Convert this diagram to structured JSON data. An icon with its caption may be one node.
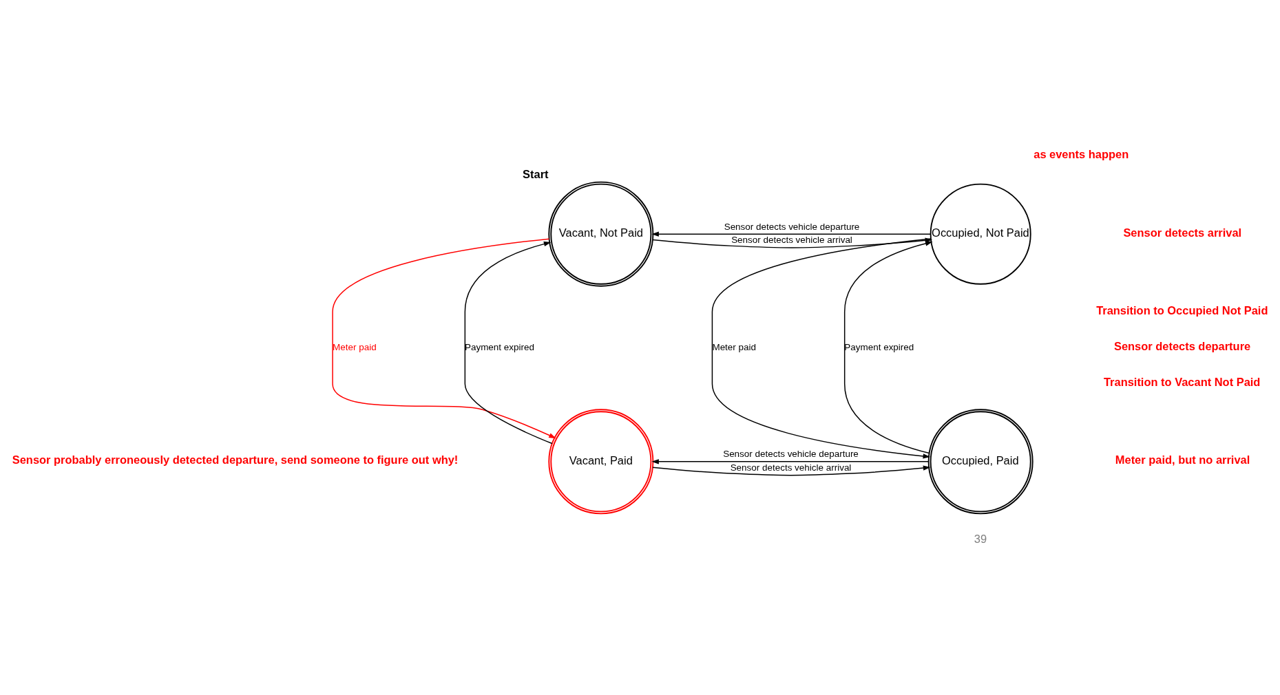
{
  "diagram": {
    "nodes": [
      {
        "text": [
          "Vacant, Not Paid"
        ],
        "beside": [
          "Start"
        ]
      },
      {
        "text": [
          "Occupied, Not Paid"
        ]
      },
      {
        "text": [
          "Vacant, Paid"
        ]
      },
      {
        "text": [
          "Occupied, Paid"
        ]
      }
    ],
    "edges": [
      {
        "from": 0,
        "to": 1,
        "arrow": "to",
        "label": "Sensor detects vehicle arrival"
      },
      {
        "from": 1,
        "to": 0,
        "arrow": "to",
        "label": "Sensor detects vehicle departure"
      },
      {
        "from": 0,
        "to": 2,
        "arrow": "to",
        "label": "Meter paid",
        "color": "#ff0000"
      },
      {
        "from": 2,
        "to": 0,
        "arrow": "to",
        "label": "Payment expired"
      },
      {
        "from": 3,
        "to": 1,
        "arrow": "to",
        "label": "Payment expired"
      },
      {
        "from": 1,
        "to": 3,
        "arrow": "to",
        "label": "Meter paid"
      },
      {
        "from": 3,
        "to": 2,
        "arrow": "to",
        "label": "Sensor detects vehicle departure"
      },
      {
        "from": 2,
        "to": 3,
        "arrow": "to",
        "label": "Sensor detects vehicle arrival"
      }
    ],
    "labels": [
      "as events happen",
      "Sensor detects arrival",
      "Transition to Occupied Not Paid",
      "Sensor detects departure",
      "Transition to Vacant Not Paid",
      "Meter paid, but no arrival",
      "Sensor probably erroneously detected departure, send someone to figure out why!",
      "39"
    ]
  }
}
